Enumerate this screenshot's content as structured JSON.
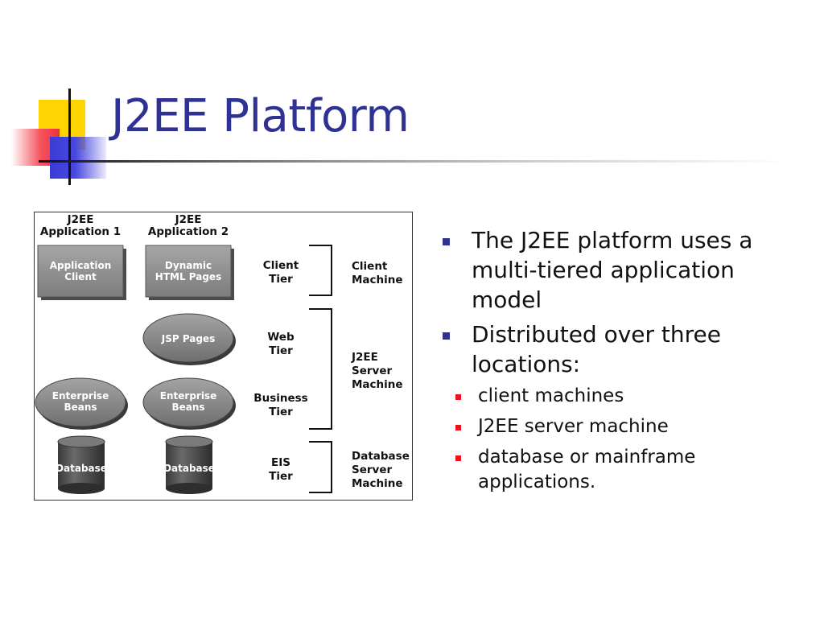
{
  "slide": {
    "title": "J2EE Platform",
    "bullets": [
      {
        "text": "The J2EE platform uses a multi-tiered application model",
        "sub": []
      },
      {
        "text": "Distributed over three locations:",
        "sub": [
          "client machines",
          "J2EE server machine",
          "database or mainframe applications."
        ]
      }
    ]
  },
  "diagram": {
    "app1_header": [
      "J2EE",
      "Application 1"
    ],
    "app2_header": [
      "J2EE",
      "Application 2"
    ],
    "application_client": [
      "Application",
      "Client"
    ],
    "dynamic_html_pages": [
      "Dynamic",
      "HTML Pages"
    ],
    "jsp_pages": "JSP Pages",
    "enterprise_beans": [
      "Enterprise",
      "Beans"
    ],
    "database": "Database",
    "tiers": {
      "client": [
        "Client",
        "Tier"
      ],
      "web": [
        "Web",
        "Tier"
      ],
      "business": [
        "Business",
        "Tier"
      ],
      "eis": [
        "EIS",
        "Tier"
      ]
    },
    "machines": {
      "client": [
        "Client",
        "Machine"
      ],
      "server": [
        "J2EE",
        "Server",
        "Machine"
      ],
      "database": [
        "Database",
        "Server",
        "Machine"
      ]
    }
  },
  "colors": {
    "title": "#2f3293",
    "bullet_level1": "#2f3293",
    "bullet_level2": "#e8141e"
  }
}
